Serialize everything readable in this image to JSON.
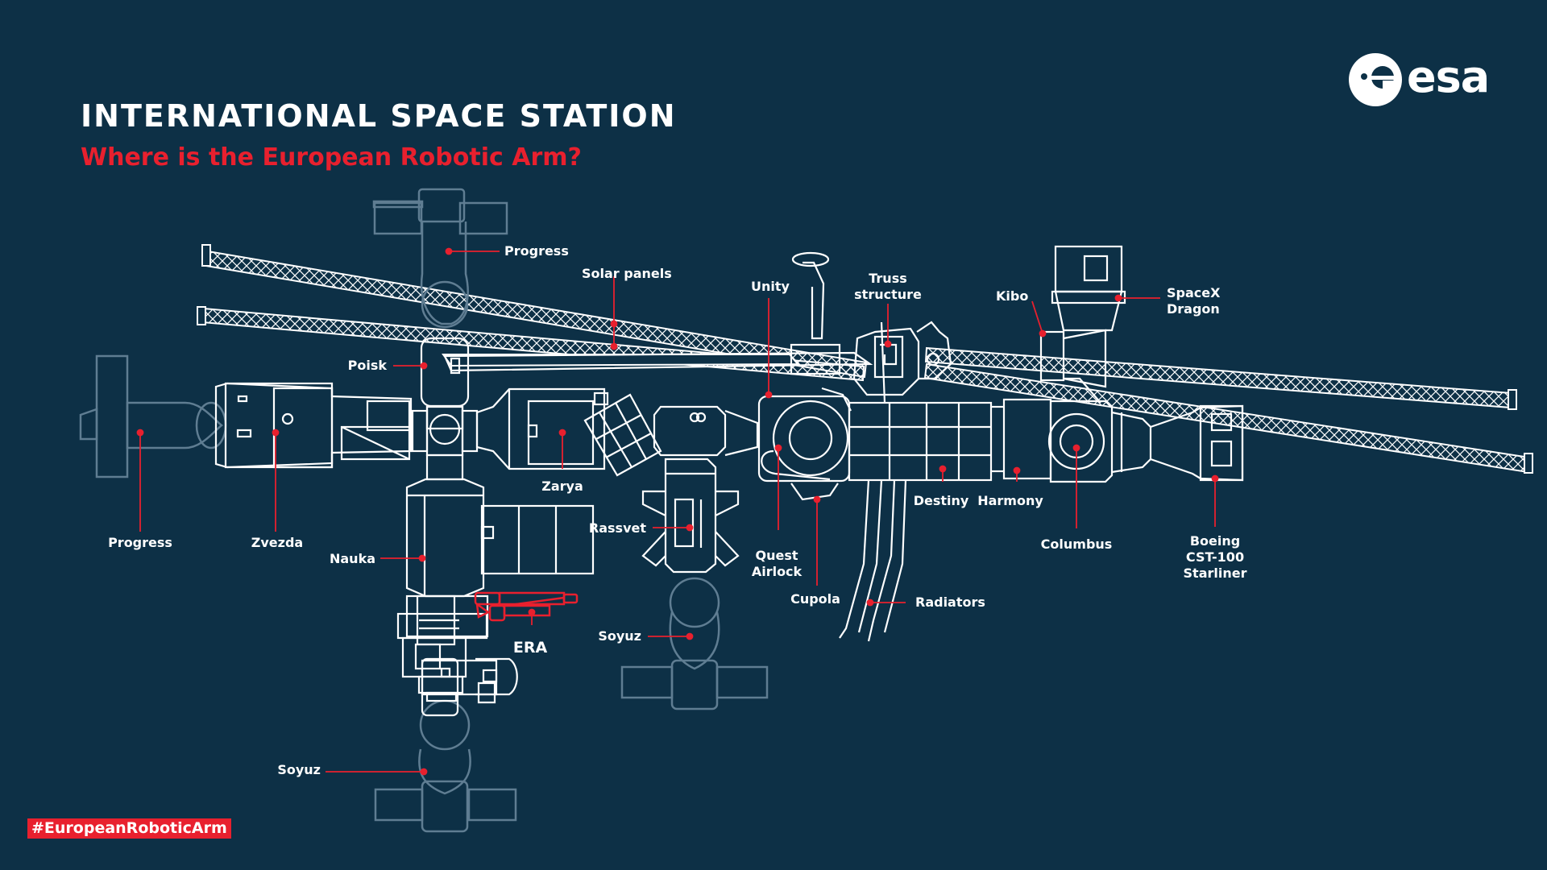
{
  "header": {
    "title": "INTERNATIONAL SPACE STATION",
    "subtitle": "Where is the European Robotic Arm?"
  },
  "logo": {
    "text": "esa",
    "mark": "esa-logo-icon"
  },
  "hashtag": "#EuropeanRoboticArm",
  "labels": {
    "progress_top": "Progress",
    "solar_panels": "Solar panels",
    "unity": "Unity",
    "truss": "Truss\nstructure",
    "kibo": "Kibo",
    "spacex": "SpaceX\nDragon",
    "poisk": "Poisk",
    "progress_left": "Progress",
    "zvezda": "Zvezda",
    "zarya": "Zarya",
    "rassvet": "Rassvet",
    "nauka": "Nauka",
    "era": "ERA",
    "soyuz_mid": "Soyuz",
    "soyuz_bottom": "Soyuz",
    "quest": "Quest\nAirlock",
    "cupola": "Cupola",
    "destiny": "Destiny",
    "harmony": "Harmony",
    "radiators": "Radiators",
    "columbus": "Columbus",
    "boeing": "Boeing\nCST-100\nStarliner"
  },
  "colors": {
    "background": "#0d3046",
    "line": "#ffffff",
    "faded_line": "#5f7d92",
    "accent": "#e8202e"
  }
}
